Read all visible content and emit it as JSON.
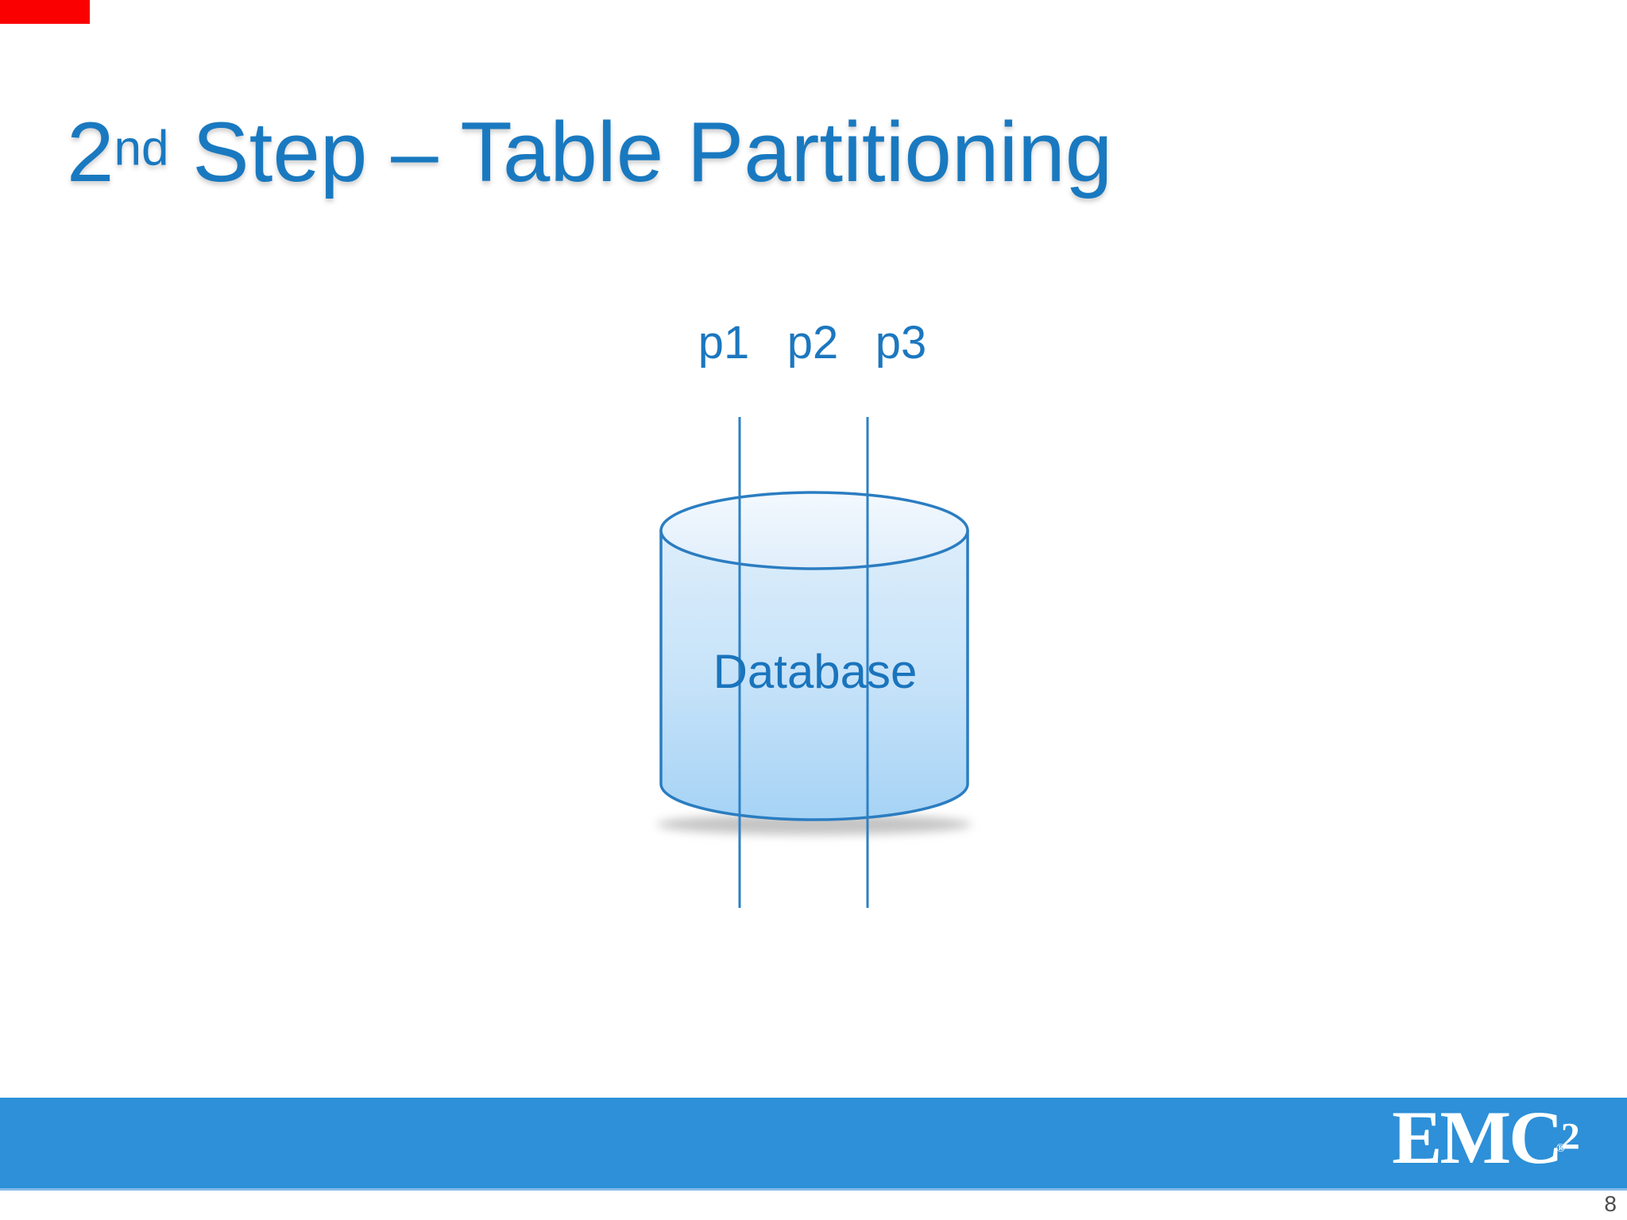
{
  "slide": {
    "title": {
      "base": "2",
      "superscript": "nd",
      "rest": " Step – Table Partitioning"
    },
    "title_color": "#1979c0",
    "background_color": "#ffffff",
    "page_number": "8"
  },
  "diagram": {
    "partition_labels": [
      {
        "label": "p1"
      },
      {
        "label": "p2"
      },
      {
        "label": "p3"
      }
    ],
    "cylinder_label": "Database",
    "label_color": "#1c77bf",
    "outline_color": "#2b7dc1",
    "partition_line_color": "#2e81c4",
    "cylinder_fill_top": "#f3f9fe",
    "cylinder_fill_bottom": "#a6d3f5"
  },
  "footer": {
    "bar_color": "#2d90d8",
    "logo": {
      "text": "EMC",
      "superscript": "2",
      "registered_mark": "®"
    }
  },
  "corner_marker": {
    "color": "#fa0000"
  }
}
